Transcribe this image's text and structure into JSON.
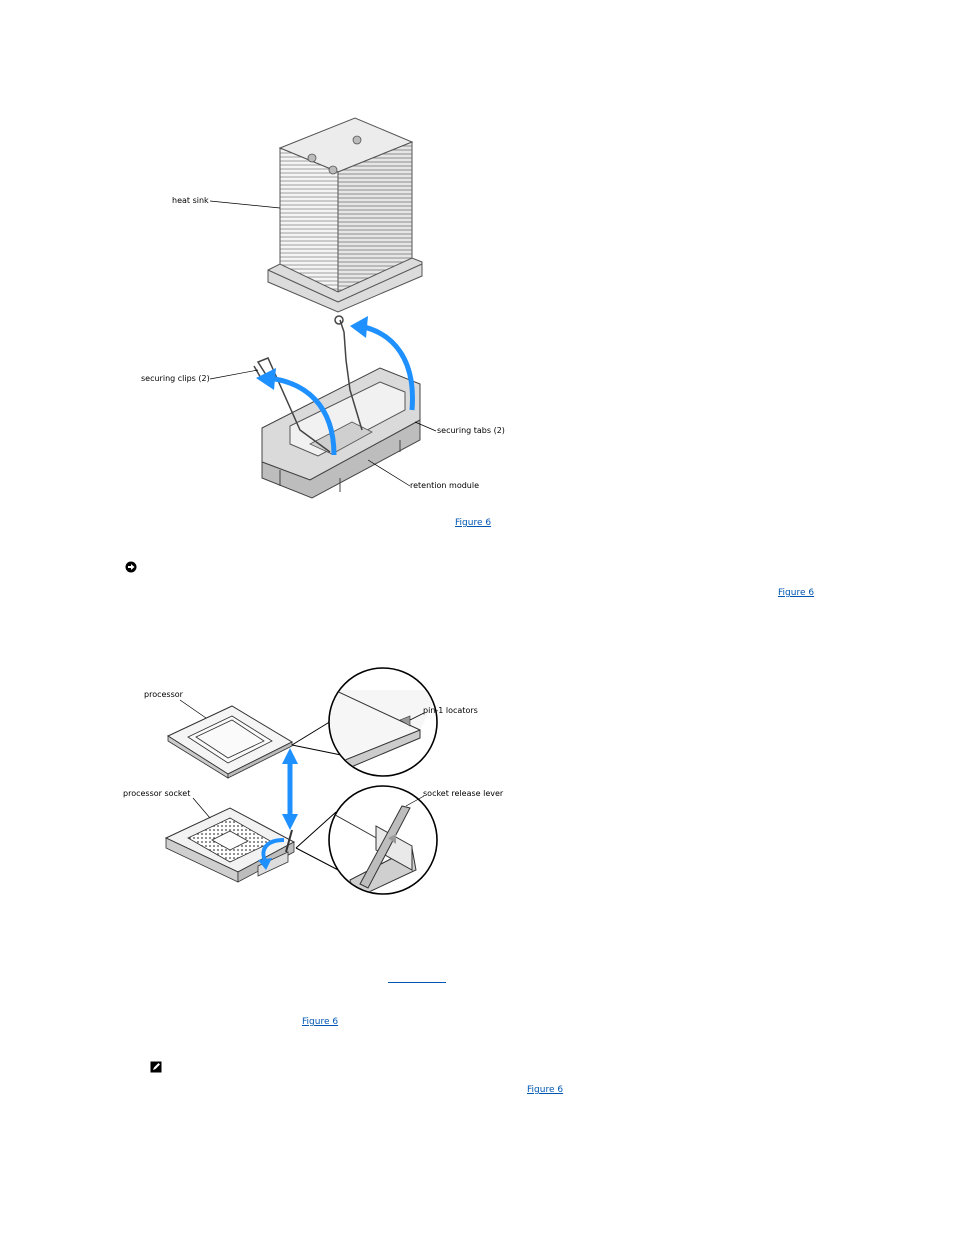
{
  "figure1": {
    "labels": {
      "heat_sink": "heat sink",
      "securing_clips": "securing clips (2)",
      "securing_tabs": "securing tabs (2)",
      "retention_module": "retention module"
    }
  },
  "figure2": {
    "labels": {
      "processor": "processor",
      "pin1_locators": "pin-1 locators",
      "processor_socket": "processor socket",
      "socket_release_lever": "socket release lever"
    }
  },
  "links": {
    "fig1_ref": "Figure 6",
    "notice_ref": "Figure 6",
    "blank_ref": "",
    "step_ref": "Figure 6",
    "note_ref": "Figure 6"
  },
  "colors": {
    "arrow": "#1e90ff",
    "link": "#0057b3"
  },
  "icons": {
    "notice": "notice-icon",
    "note": "note-icon"
  }
}
